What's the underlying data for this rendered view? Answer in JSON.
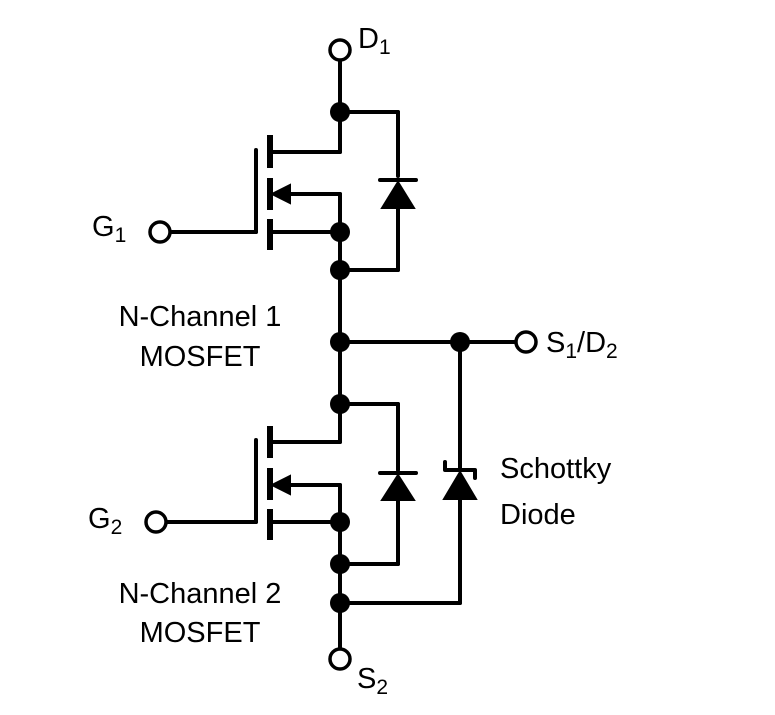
{
  "terminals": {
    "d1": {
      "main": "D",
      "sub": "1"
    },
    "g1": {
      "main": "G",
      "sub": "1"
    },
    "g2": {
      "main": "G",
      "sub": "2"
    },
    "s1d2": {
      "main1": "S",
      "sub1": "1",
      "sep": "/D",
      "sub2": "2"
    },
    "s2": {
      "main": "S",
      "sub": "2"
    }
  },
  "labels": {
    "mosfet1_line1": "N-Channel 1",
    "mosfet1_line2": "MOSFET",
    "mosfet2_line1": "N-Channel 2",
    "mosfet2_line2": "MOSFET",
    "schottky_line1": "Schottky",
    "schottky_line2": "Diode"
  },
  "colors": {
    "ink": "#000000",
    "background": "#ffffff"
  }
}
